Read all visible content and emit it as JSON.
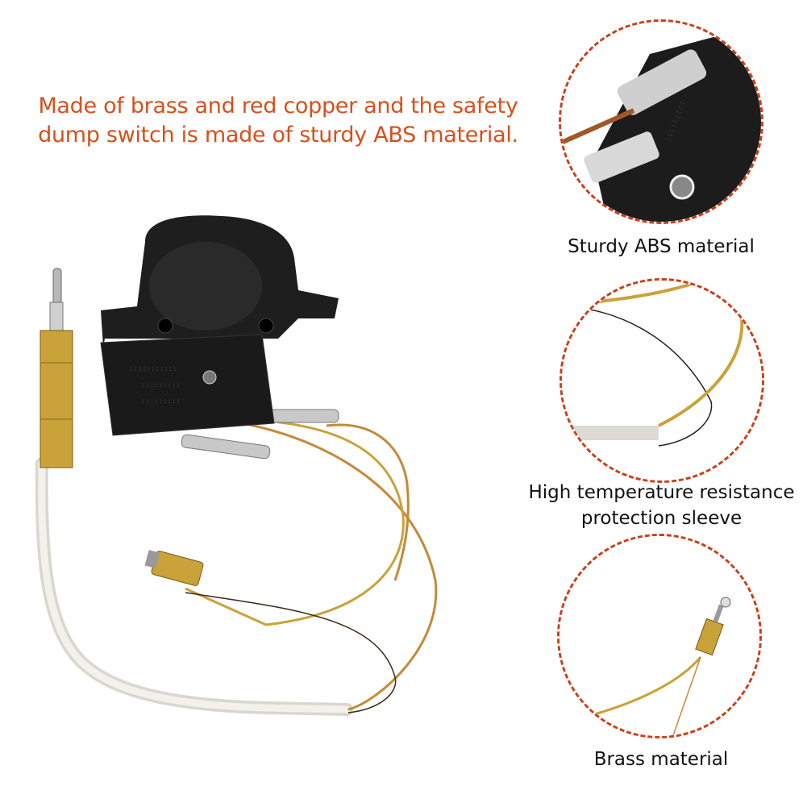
{
  "headline": {
    "line1": "Made of brass and red copper and the safety",
    "line2": "dump switch is made of sturdy ABS material.",
    "color": "#d4511c"
  },
  "main_image": {
    "subject": "tilt safety dump switch with thermocouple lead",
    "parts": [
      "black-abs-switch-body",
      "brass-thermocouple-probe",
      "white-braided-sleeve",
      "brass-fitting-nut",
      "copper-wire-leads",
      "spade-connectors"
    ]
  },
  "callouts": [
    {
      "label": "Sturdy ABS material",
      "depicts": "switch terminals close-up"
    },
    {
      "label_line1": "High temperature resistance",
      "label_line2": "protection sleeve",
      "depicts": "braided sleeve and wire leads close-up"
    },
    {
      "label": "Brass material",
      "depicts": "brass fitting close-up"
    }
  ],
  "colors": {
    "callout_ring": "#c8401a",
    "caption_text": "#111111",
    "switch_body": "#1e1e1e",
    "brass": "#c9a23a",
    "sleeve": "#e6e4dc",
    "copper_wire": "#c48a3a"
  }
}
